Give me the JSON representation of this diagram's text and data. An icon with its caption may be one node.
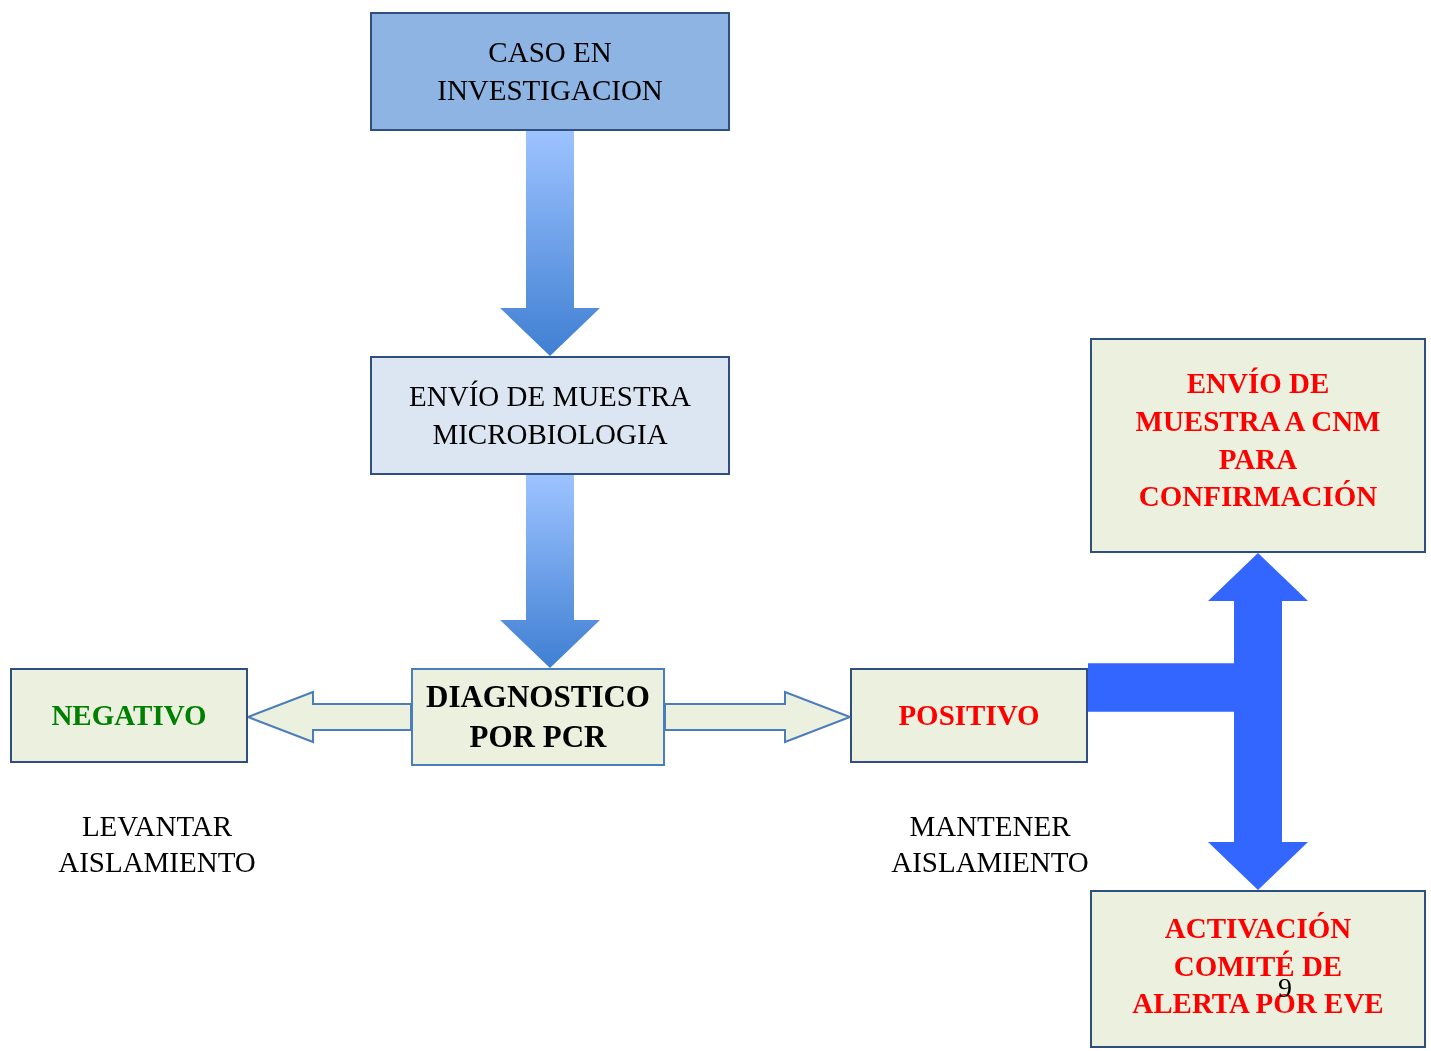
{
  "diagram": {
    "nodes": [
      {
        "text": [
          "CASO EN INVESTIGACION"
        ]
      },
      {
        "text": [
          "ENVÍO DE MUESTRA MICROBIOLOGIA"
        ]
      },
      {
        "text": [
          "DIAGNOSTICO POR PCR"
        ]
      },
      {
        "text": [
          "NEGATIVO"
        ]
      },
      {
        "text": [
          "POSITIVO"
        ]
      },
      {
        "text": [
          "ENVÍO DE MUESTRA A CNM PARA CONFIRMACIÓN"
        ]
      },
      {
        "text": [
          "ACTIVACIÓN COMITÉ DE ALERTA POR EVE"
        ]
      }
    ],
    "edges": [
      {
        "from": 0,
        "to": 1,
        "arrow": "to",
        "style": "thick"
      },
      {
        "from": 1,
        "to": 2,
        "arrow": "to",
        "style": "thick"
      },
      {
        "from": 2,
        "to": 3,
        "arrow": "to"
      },
      {
        "from": 2,
        "to": 4,
        "arrow": "to"
      },
      {
        "from": 4,
        "to": 5,
        "arrow": "to",
        "style": "thick",
        "color": "#3366ff"
      },
      {
        "from": 4,
        "to": 6,
        "arrow": "to",
        "style": "thick",
        "color": "#3366ff"
      }
    ],
    "labels": [
      "LEVANTAR AISLAMIENTO",
      "MANTENER AISLAMIENTO",
      "9"
    ]
  }
}
